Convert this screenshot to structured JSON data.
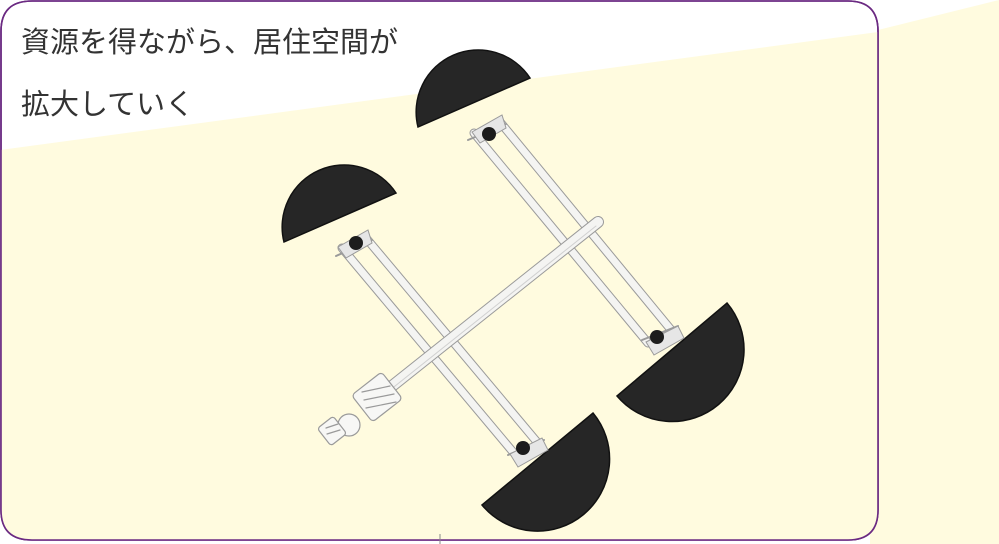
{
  "caption": {
    "line1": "資源を得ながら、居住空間が",
    "line2": "拡大していく"
  },
  "colors": {
    "panel_fill": "#fffbdf",
    "panel_border": "#6b2a82",
    "module_dish": "#262626",
    "truss": "#f4f4f2",
    "truss_outline": "#9a9a9a",
    "caption_text": "#333333"
  },
  "illustration": {
    "subject": "space-habitat-truss-structure",
    "modules": [
      "dish-module",
      "dish-module",
      "dish-module",
      "dish-module"
    ],
    "hub": "docking-hub"
  }
}
